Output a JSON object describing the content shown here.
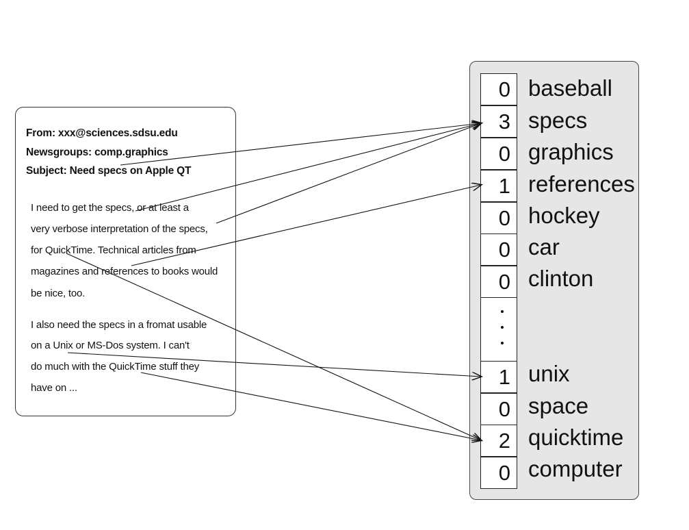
{
  "document": {
    "headers": [
      "From: xxx@sciences.sdsu.edu",
      "Newsgroups: comp.graphics",
      "Subject: Need specs on Apple QT"
    ],
    "paragraph1": [
      "I need to get the specs, or at least a",
      "very verbose interpretation of the specs,",
      "for QuickTime. Technical articles from",
      "magazines and references to books would",
      "be nice, too."
    ],
    "paragraph2": [
      "I also need the specs in a fromat usable",
      "on a Unix or MS-Dos system. I can't",
      "do much with the QuickTime stuff they",
      "have on ..."
    ]
  },
  "vector": {
    "rows": [
      {
        "count": "0",
        "term": "baseball"
      },
      {
        "count": "3",
        "term": "specs"
      },
      {
        "count": "0",
        "term": "graphics"
      },
      {
        "count": "1",
        "term": "references"
      },
      {
        "count": "0",
        "term": "hockey"
      },
      {
        "count": "0",
        "term": "car"
      },
      {
        "count": "0",
        "term": "clinton"
      },
      {
        "count": "1",
        "term": "unix"
      },
      {
        "count": "0",
        "term": "space"
      },
      {
        "count": "2",
        "term": "quicktime"
      },
      {
        "count": "0",
        "term": "computer"
      }
    ]
  }
}
